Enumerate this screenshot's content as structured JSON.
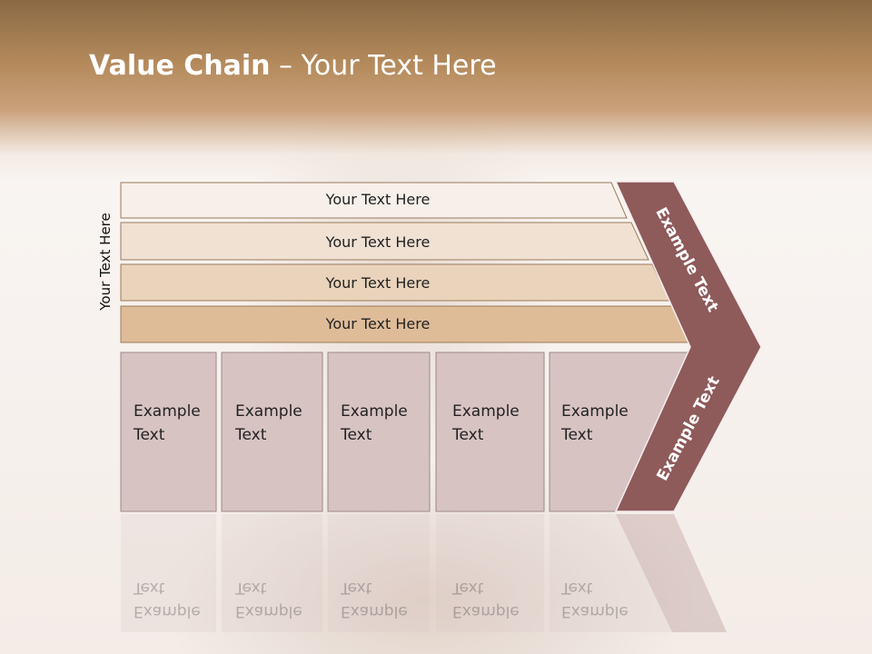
{
  "title": {
    "bold": "Value Chain",
    "rest": " – Your Text Here"
  },
  "side_label": "Your Text Here",
  "rows": [
    {
      "label": "Your Text Here",
      "color": "#f7efea"
    },
    {
      "label": "Your Text Here",
      "color": "#f0e1d3"
    },
    {
      "label": "Your Text Here",
      "color": "#e9d3bb"
    },
    {
      "label": "Your Text Here",
      "color": "#dfbc98"
    }
  ],
  "boxes": [
    {
      "line1": "Example",
      "line2": "Text"
    },
    {
      "line1": "Example",
      "line2": "Text"
    },
    {
      "line1": "Example",
      "line2": "Text"
    },
    {
      "line1": "Example",
      "line2": "Text"
    },
    {
      "line1": "Example",
      "line2": "Text"
    }
  ],
  "arrow": {
    "upper_text": "Example Text",
    "lower_text": "Example Text",
    "color": "#8e5a5a"
  },
  "colors": {
    "box_fill": "#d8c3c3",
    "box_border": "#9a8888",
    "row_border": "#9a7a5a"
  }
}
